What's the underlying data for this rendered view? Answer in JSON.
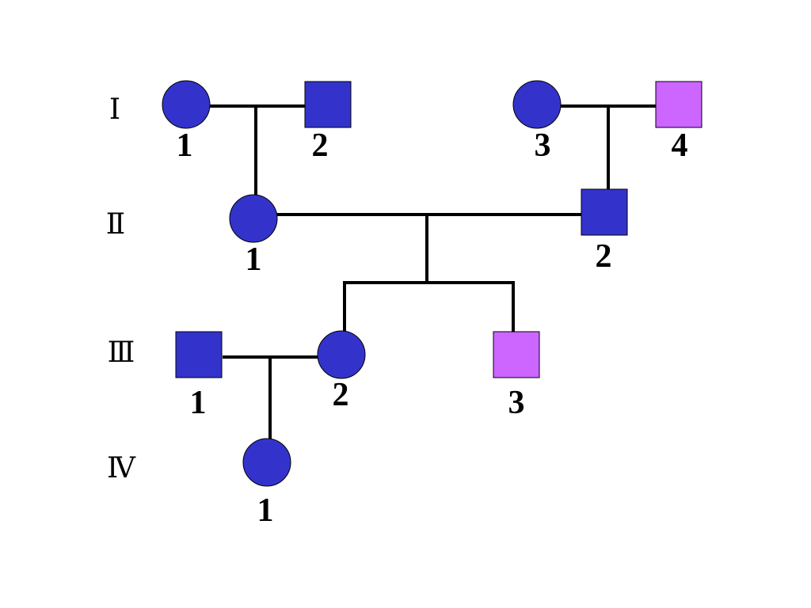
{
  "colors": {
    "affected": "#3333cc",
    "carrier": "#cc66ff",
    "outline": "#000000"
  },
  "generations": [
    "Ⅰ",
    "Ⅱ",
    "Ⅲ",
    "Ⅳ"
  ],
  "individuals": {
    "I_1": {
      "number": "1",
      "sex": "female",
      "status": "affected"
    },
    "I_2": {
      "number": "2",
      "sex": "male",
      "status": "affected"
    },
    "I_3": {
      "number": "3",
      "sex": "female",
      "status": "affected"
    },
    "I_4": {
      "number": "4",
      "sex": "male",
      "status": "carrier"
    },
    "II_1": {
      "number": "1",
      "sex": "female",
      "status": "affected"
    },
    "II_2": {
      "number": "2",
      "sex": "male",
      "status": "affected"
    },
    "III_1": {
      "number": "1",
      "sex": "male",
      "status": "affected"
    },
    "III_2": {
      "number": "2",
      "sex": "female",
      "status": "affected"
    },
    "III_3": {
      "number": "3",
      "sex": "male",
      "status": "carrier"
    },
    "IV_1": {
      "number": "1",
      "sex": "female",
      "status": "affected"
    }
  }
}
